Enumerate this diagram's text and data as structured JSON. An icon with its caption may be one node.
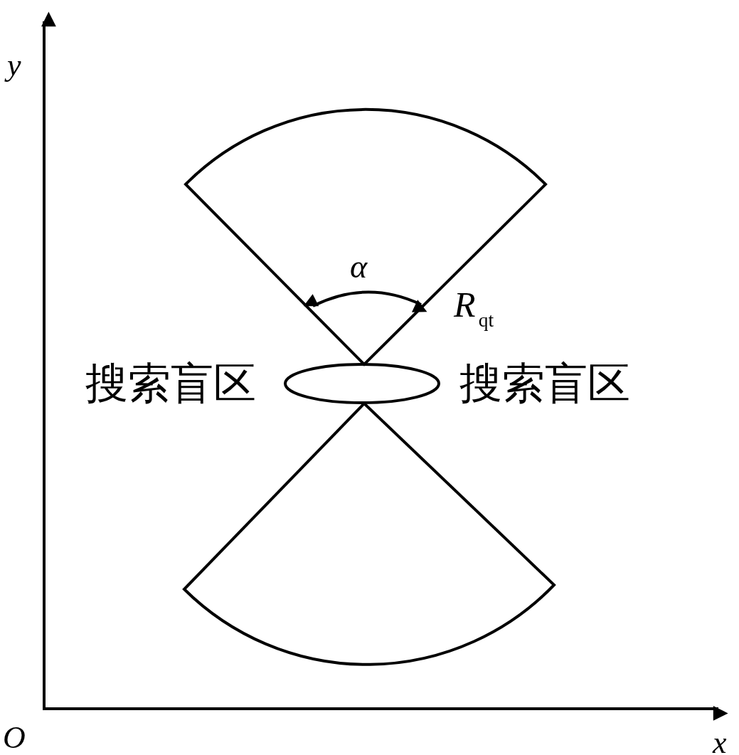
{
  "diagram": {
    "labels": [
      "y",
      "O",
      "x",
      "α",
      "R$_{qt}$",
      "搜索盲区",
      "搜索盲区"
    ]
  }
}
